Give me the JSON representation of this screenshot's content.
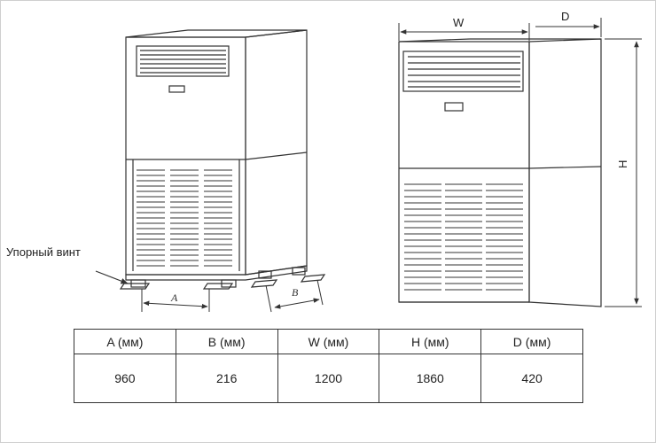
{
  "labels": {
    "stop_screw": "Упорный винт",
    "dim_a": "A",
    "dim_b": "B",
    "dim_w": "W",
    "dim_d": "D",
    "dim_h": "H"
  },
  "table": {
    "headers": [
      "A (мм)",
      "B (мм)",
      "W (мм)",
      "H (мм)",
      "D (мм)"
    ],
    "values": [
      "960",
      "216",
      "1200",
      "1860",
      "420"
    ]
  },
  "colors": {
    "line": "#333333",
    "table_border": "#333333",
    "frame": "#cfcfcf"
  }
}
